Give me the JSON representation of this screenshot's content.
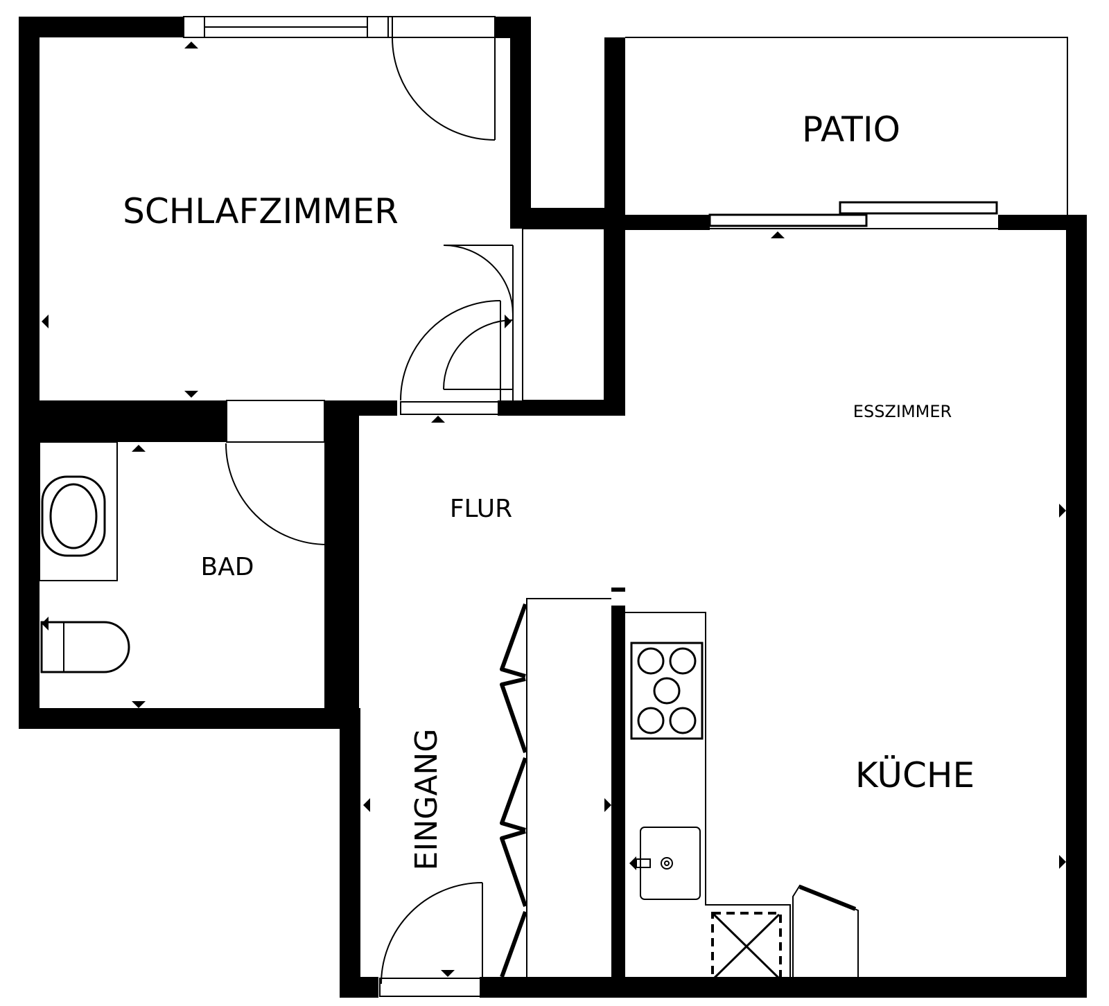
{
  "rooms": {
    "schlafzimmer": "SCHLAFZIMMER",
    "patio": "PATIO",
    "esszimmer": "ESSZIMMER",
    "flur": "FLUR",
    "bad": "BAD",
    "eingang": "EINGANG",
    "kueche": "KÜCHE"
  },
  "colors": {
    "wall": "#000000",
    "background": "#ffffff"
  },
  "icons": [
    "door-swing-icon",
    "window-icon",
    "sliding-door-icon",
    "bathtub-icon",
    "toilet-icon",
    "stove-icon",
    "sink-icon",
    "fridge-icon",
    "wardrobe-icon",
    "direction-arrow-icon"
  ]
}
